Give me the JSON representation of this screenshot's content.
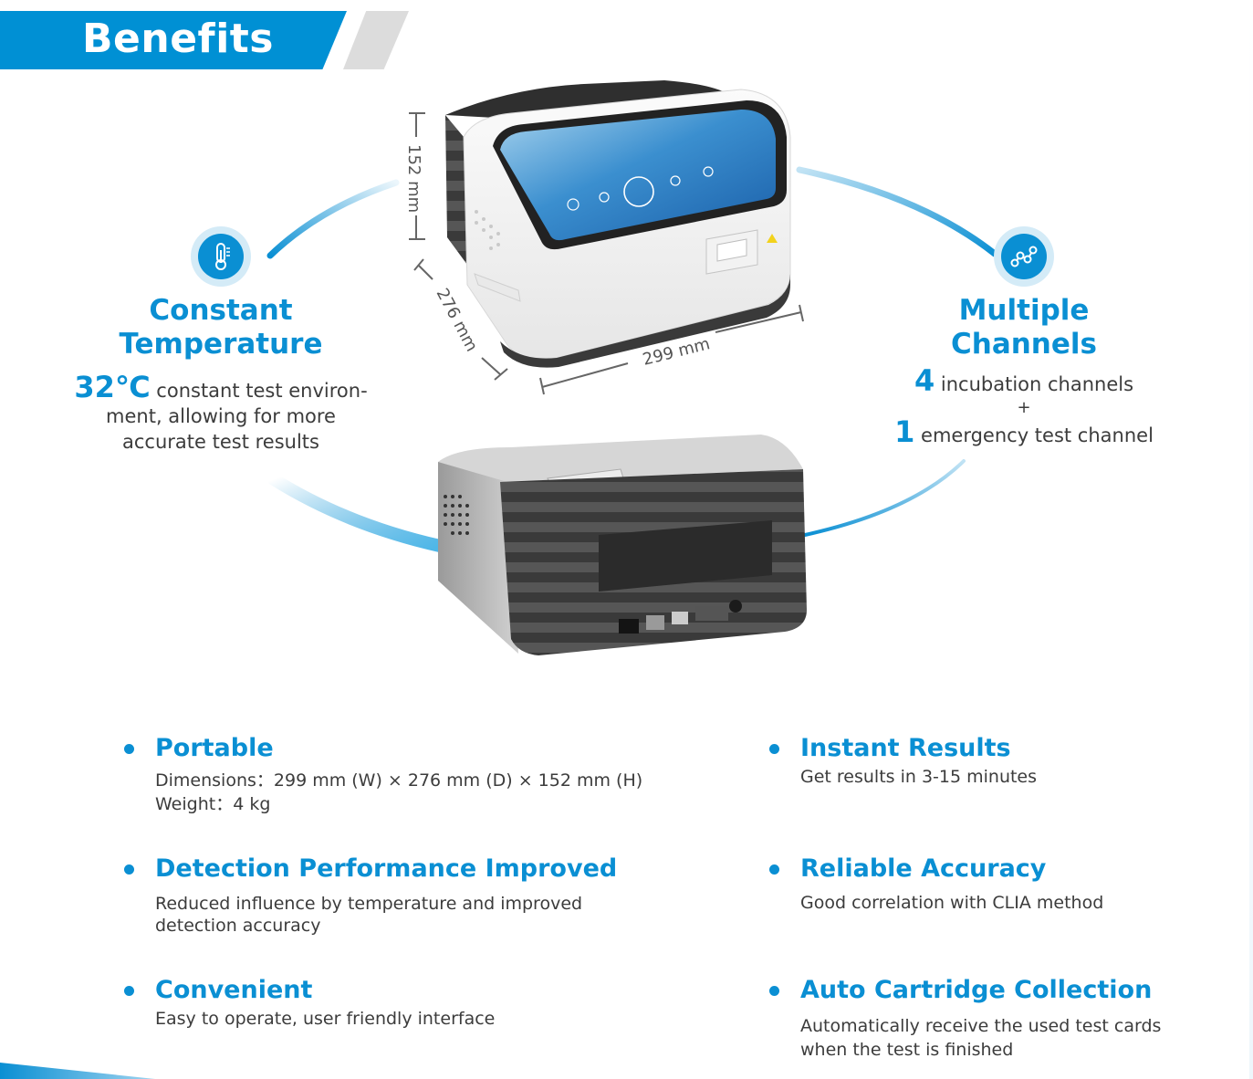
{
  "header": {
    "title": "Benefits"
  },
  "device": {
    "dimension_labels": {
      "height": "152 mm",
      "depth": "276 mm",
      "width": "299 mm"
    }
  },
  "features": {
    "temperature": {
      "icon": "thermometer-icon",
      "title_line1": "Constant",
      "title_line2": "Temperature",
      "value": "32℃",
      "text_line1": "constant test environ-",
      "text_line2": "ment, allowing for more",
      "text_line3": "accurate test results"
    },
    "channels": {
      "icon": "channels-icon",
      "title_line1": "Multiple",
      "title_line2": "Channels",
      "incubation_count": "4",
      "incubation_text": "incubation channels",
      "plus": "+",
      "emergency_count": "1",
      "emergency_text": "emergency test channel"
    }
  },
  "benefits": {
    "portable": {
      "title": "Portable",
      "line1": "Dimensions：299 mm (W) × 276 mm (D) × 152 mm (H)",
      "line2": "Weight：4 kg"
    },
    "instant": {
      "title": "Instant Results",
      "line1": "Get results in 3-15 minutes"
    },
    "detection": {
      "title": "Detection Performance Improved",
      "line1": "Reduced influence by temperature and improved",
      "line2": "detection accuracy"
    },
    "reliable": {
      "title": "Reliable Accuracy",
      "line1": "Good correlation with CLIA method"
    },
    "convenient": {
      "title": "Convenient",
      "line1": "Easy to operate, user friendly interface"
    },
    "cartridge": {
      "title": "Auto Cartridge Collection",
      "line1": "Automatically receive the used test cards",
      "line2": "when the test is finished"
    }
  },
  "colors": {
    "accent": "#0a8fd3",
    "banner": "#0090d4",
    "text": "#3c3c3c"
  }
}
